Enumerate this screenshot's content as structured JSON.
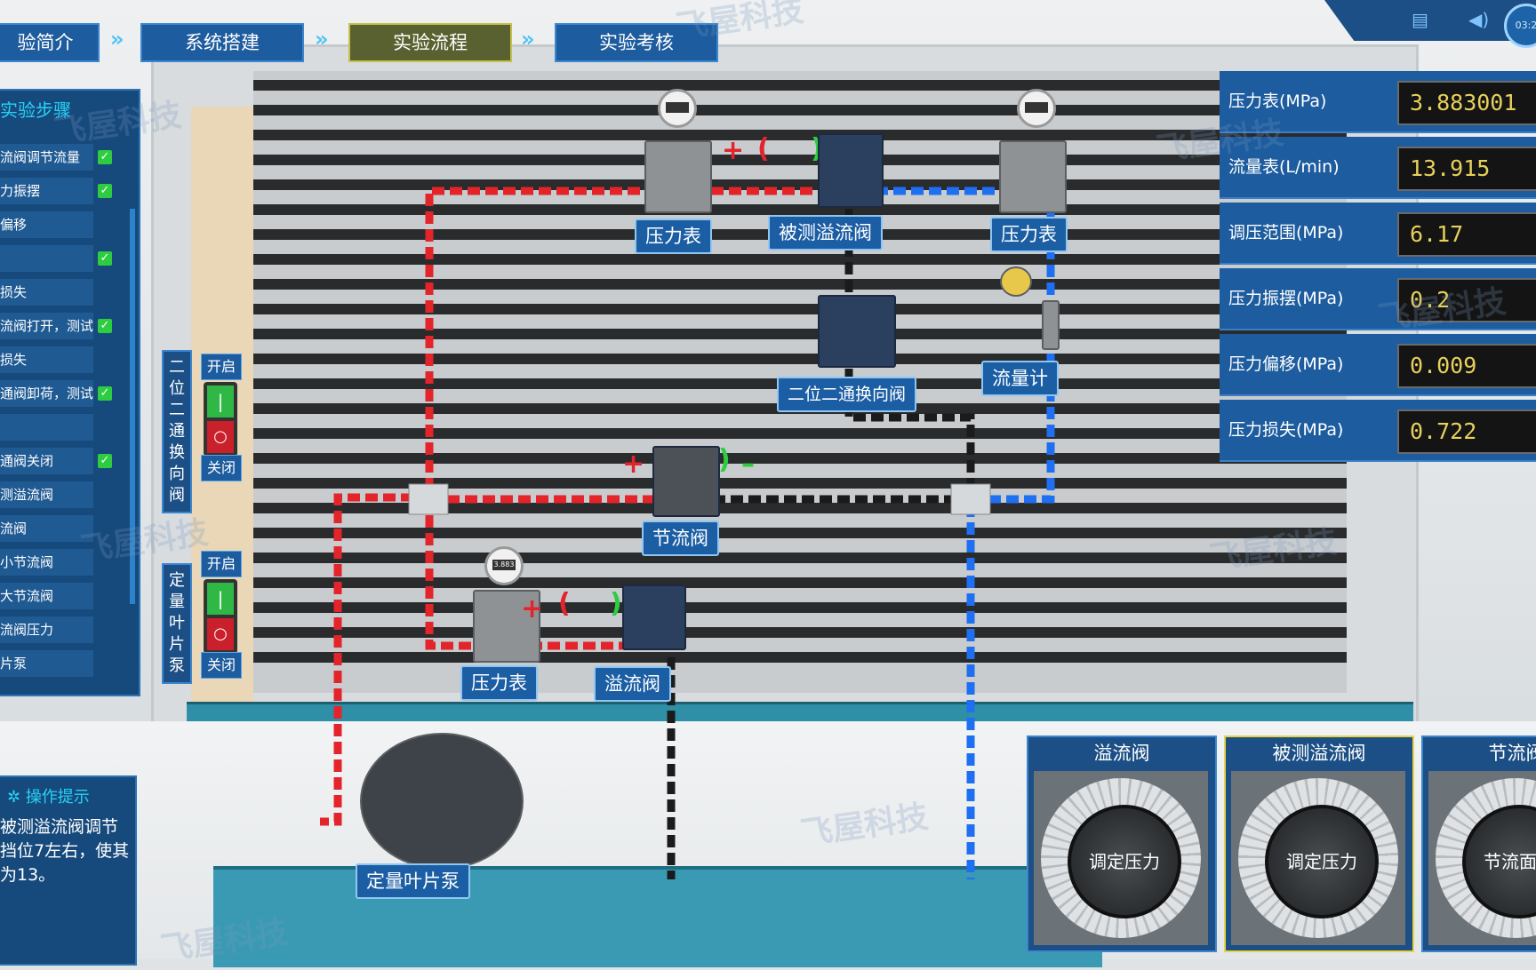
{
  "steps_nav": [
    "验简介",
    "系统搭建",
    "实验流程",
    "实验考核"
  ],
  "steps_active_index": 2,
  "timer": "03:2",
  "experiment_steps": {
    "title": "实验步骤",
    "rows": [
      {
        "label": "流阀调节流量",
        "checked": true
      },
      {
        "label": "力振摆",
        "checked": true
      },
      {
        "label": "偏移",
        "checked": false
      },
      {
        "label": "",
        "checked": true
      },
      {
        "label": "损失",
        "checked": false
      },
      {
        "label": "流阀打开，测试",
        "checked": true
      },
      {
        "label": "损失",
        "checked": false
      },
      {
        "label": "通阀卸荷，测试",
        "checked": true
      },
      {
        "label": "",
        "checked": false
      },
      {
        "label": "通阀关闭",
        "checked": true
      },
      {
        "label": "测溢流阀",
        "checked": false
      },
      {
        "label": "流阀",
        "checked": false
      },
      {
        "label": "小节流阀",
        "checked": false
      },
      {
        "label": "大节流阀",
        "checked": false
      },
      {
        "label": "流阀压力",
        "checked": false
      },
      {
        "label": "片泵",
        "checked": false
      }
    ]
  },
  "controls": {
    "valve_switch": {
      "name": "二位二通换向阀",
      "on_label": "开启",
      "off_label": "关闭"
    },
    "pump_switch": {
      "name": "定量叶片泵",
      "on_label": "开启",
      "off_label": "关闭"
    }
  },
  "components": {
    "gauge1": "压力表",
    "tested_relief": "被测溢流阀",
    "gauge2": "压力表",
    "directional": "二位二通换向阀",
    "flowmeter": "流量计",
    "throttle": "节流阀",
    "gauge3": "压力表",
    "relief": "溢流阀",
    "pump": "定量叶片泵",
    "gauge3_display": "3.883"
  },
  "readings": [
    {
      "name": "压力表(MPa)",
      "value": "3.883001"
    },
    {
      "name": "流量表(L/min)",
      "value": "13.915"
    },
    {
      "name": "调压范围(MPa)",
      "value": "6.17"
    },
    {
      "name": "压力振摆(MPa)",
      "value": "0.2"
    },
    {
      "name": "压力偏移(MPa)",
      "value": "0.009"
    },
    {
      "name": "压力损失(MPa)",
      "value": "0.722"
    }
  ],
  "hint": {
    "title": "操作提示",
    "text": "被测溢流阀调节挡位7左右，使其为13。"
  },
  "dials": [
    {
      "title": "溢流阀",
      "knob": "调定压力",
      "selected": false
    },
    {
      "title": "被测溢流阀",
      "knob": "调定压力",
      "selected": true
    },
    {
      "title": "节流阀",
      "knob": "节流面积",
      "selected": false
    }
  ],
  "watermark": "飞屋科技",
  "colors": {
    "oil_red": "#e3242b",
    "oil_blue": "#1e6ff2",
    "oil_black": "#1b1b1b",
    "panel_blue": "#1d5c9e",
    "accent_cyan": "#27d1f5"
  }
}
